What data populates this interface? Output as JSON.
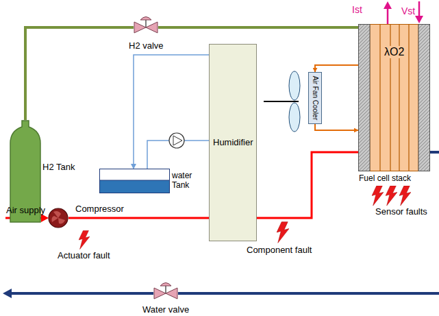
{
  "diagram": {
    "nodes": [
      {
        "text": [
          "H2 valve"
        ]
      },
      {
        "text": [
          "λO2",
          "Fuel cell stack"
        ]
      },
      {
        "text": [
          "Air Fan Cooler"
        ]
      },
      {
        "text": [
          "H2 Tank"
        ]
      },
      {
        "text": [
          "Humidifier"
        ]
      },
      {
        "text": [
          "water Tank"
        ]
      },
      {
        "text": [
          "Compressor"
        ]
      },
      {
        "text": [
          "Water valve"
        ]
      }
    ],
    "edges": [
      {
        "from": 3,
        "to": 0,
        "arrow": "none"
      },
      {
        "from": 0,
        "to": 1,
        "arrow": "none"
      },
      {
        "from": 6,
        "to": 1,
        "arrow": "none"
      },
      {
        "from": 1,
        "to": 7,
        "arrow": "none"
      },
      {
        "from": 1,
        "to": 2,
        "arrow": "to"
      },
      {
        "from": 2,
        "to": 1,
        "arrow": "to"
      }
    ],
    "labels": [
      "Ist",
      "Vst",
      "Air supply",
      "Actuator fault",
      "Component fault",
      "Sensor faults"
    ]
  }
}
